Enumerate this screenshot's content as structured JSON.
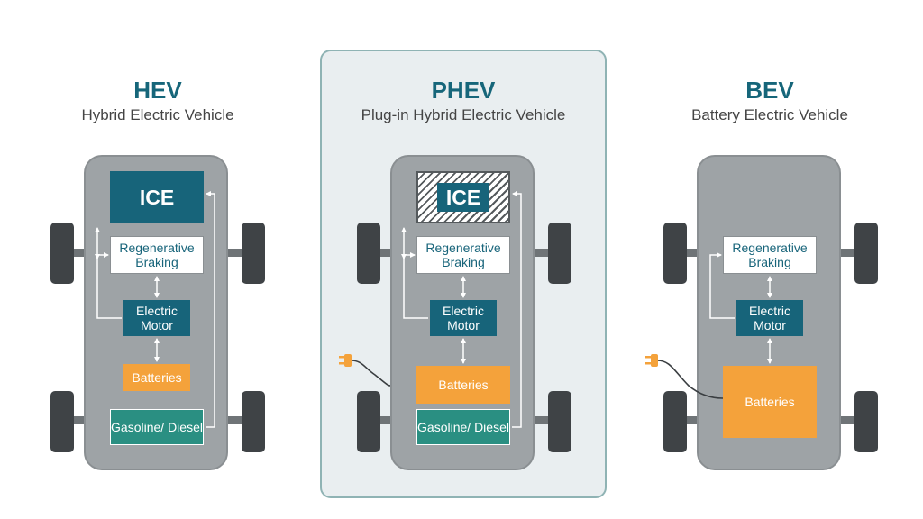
{
  "panels": [
    {
      "abbr": "HEV",
      "title": "Hybrid Electric Vehicle",
      "ice": "ICE",
      "regen": "Regenerative Braking",
      "motor": "Electric Motor",
      "batteries": "Batteries",
      "fuel": "Gasoline/ Diesel"
    },
    {
      "abbr": "PHEV",
      "title": "Plug-in Hybrid Electric Vehicle",
      "ice": "ICE",
      "regen": "Regenerative Braking",
      "motor": "Electric Motor",
      "batteries": "Batteries",
      "fuel": "Gasoline/ Diesel"
    },
    {
      "abbr": "BEV",
      "title": "Battery Electric Vehicle",
      "regen": "Regenerative Braking",
      "motor": "Electric Motor",
      "batteries": "Batteries"
    }
  ],
  "colors": {
    "heading": "#16667a",
    "ice": "#17647a",
    "motor": "#17647a",
    "batteries": "#f4a23b",
    "fuel": "#2a8f82",
    "chassis": "#9ea3a6",
    "highlight_panel": "#e9eef0"
  },
  "icons": {
    "plug": "plug-icon"
  }
}
